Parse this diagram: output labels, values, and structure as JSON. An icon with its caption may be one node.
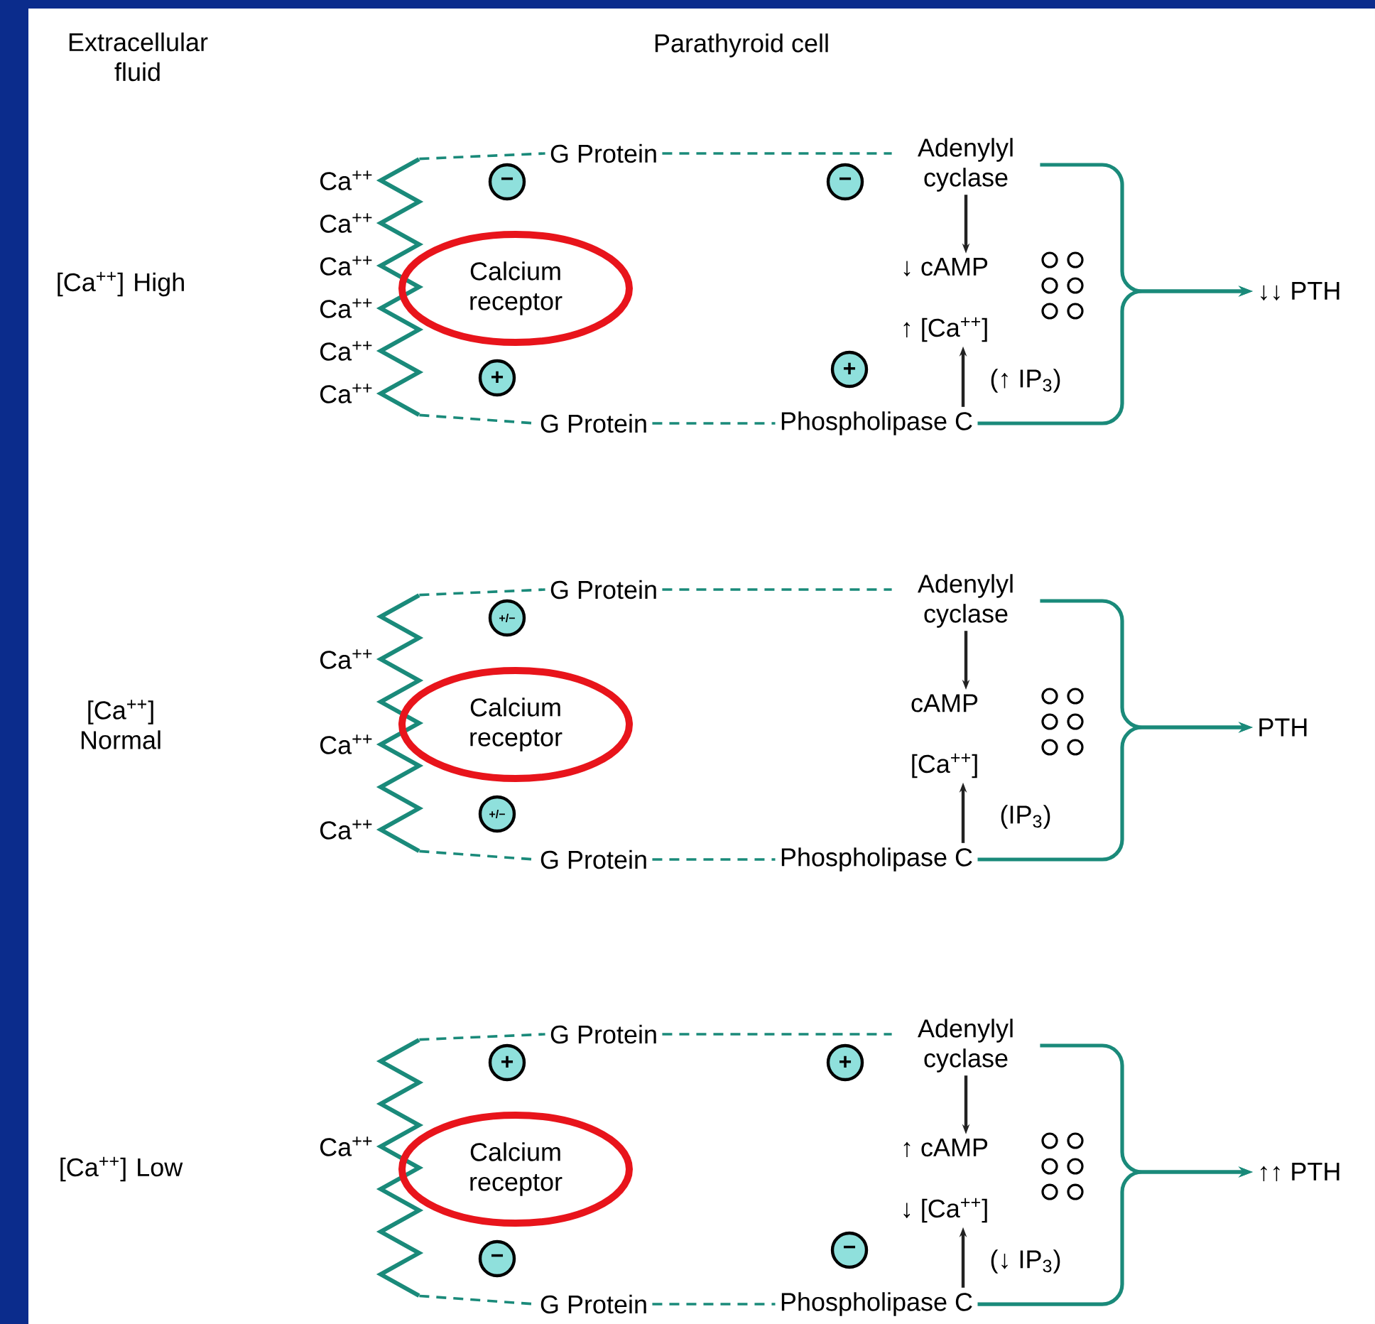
{
  "diagram": {
    "nodes": [
      {
        "text": [],
        "shape": "picture"
      },
      {
        "text": [
          "G Protein"
        ]
      },
      {
        "text": [
          "Adenylyl cyclase"
        ]
      },
      {
        "text": [
          "−"
        ]
      },
      {
        "text": [
          "−"
        ]
      },
      {
        "text": [
          "Calcium receptor"
        ]
      },
      {
        "text": [
          "↓ cAMP"
        ]
      },
      {
        "text": [
          "↑ [Ca$^{++}$]"
        ]
      },
      {
        "text": [
          "+"
        ]
      },
      {
        "text": [
          "+"
        ]
      },
      {
        "text": [
          "(↑ IP$_{3}$)"
        ]
      },
      {
        "text": [
          "G Protein"
        ]
      },
      {
        "text": [
          "Phospholipase C"
        ]
      },
      {
        "text": [
          "↓↓ PTH"
        ]
      },
      {
        "text": [],
        "shape": "picture"
      },
      {
        "text": [
          "G Protein"
        ]
      },
      {
        "text": [
          "Adenylyl cyclase"
        ]
      },
      {
        "text": [
          "+/−"
        ]
      },
      {
        "text": [
          "Calcium receptor"
        ]
      },
      {
        "text": [
          "cAMP"
        ]
      },
      {
        "text": [
          "[Ca$^{++}$]"
        ]
      },
      {
        "text": [
          "+/−"
        ]
      },
      {
        "text": [
          "(IP$_{3}$)"
        ]
      },
      {
        "text": [
          "G Protein"
        ]
      },
      {
        "text": [
          "Phospholipase C"
        ]
      },
      {
        "text": [
          "PTH"
        ]
      },
      {
        "text": [],
        "shape": "picture"
      },
      {
        "text": [
          "G Protein"
        ]
      },
      {
        "text": [
          "Adenylyl cyclase"
        ]
      },
      {
        "text": [
          "+"
        ]
      },
      {
        "text": [
          "+"
        ]
      },
      {
        "text": [
          "Calcium receptor"
        ]
      },
      {
        "text": [
          "↑ cAMP"
        ]
      },
      {
        "text": [
          "↓ [Ca$^{++}$]"
        ]
      },
      {
        "text": [
          "−"
        ]
      },
      {
        "text": [
          "−"
        ]
      },
      {
        "text": [
          "(↓ IP$_{3}$)"
        ]
      },
      {
        "text": [
          "G Protein"
        ]
      },
      {
        "text": [
          "Phospholipase C"
        ]
      },
      {
        "text": [
          "↑↑ PTH"
        ]
      }
    ],
    "edges": [
      {
        "from": 0,
        "to": 1,
        "arrow": "none",
        "style": "dashed"
      },
      {
        "from": 1,
        "to": 2,
        "arrow": "none",
        "style": "dashed"
      },
      {
        "from": 0,
        "to": 11,
        "arrow": "none",
        "style": "dashed"
      },
      {
        "from": 11,
        "to": 12,
        "arrow": "none",
        "style": "dashed"
      },
      {
        "from": 2,
        "to": 6,
        "arrow": "to",
        "color": "#222222"
      },
      {
        "from": 12,
        "to": 7,
        "arrow": "to",
        "color": "#222222"
      },
      {
        "from": 2,
        "to": 13,
        "arrow": "to"
      },
      {
        "from": 12,
        "to": 13,
        "arrow": "to"
      },
      {
        "from": 14,
        "to": 15,
        "arrow": "none",
        "style": "dashed"
      },
      {
        "from": 15,
        "to": 16,
        "arrow": "none",
        "style": "dashed"
      },
      {
        "from": 14,
        "to": 23,
        "arrow": "none",
        "style": "dashed"
      },
      {
        "from": 23,
        "to": 24,
        "arrow": "none",
        "style": "dashed"
      },
      {
        "from": 16,
        "to": 19,
        "arrow": "to",
        "color": "#222222"
      },
      {
        "from": 24,
        "to": 20,
        "arrow": "to",
        "color": "#222222"
      },
      {
        "from": 16,
        "to": 25,
        "arrow": "to"
      },
      {
        "from": 24,
        "to": 25,
        "arrow": "to"
      },
      {
        "from": 26,
        "to": 27,
        "arrow": "none",
        "style": "dashed"
      },
      {
        "from": 27,
        "to": 28,
        "arrow": "none",
        "style": "dashed"
      },
      {
        "from": 26,
        "to": 37,
        "arrow": "none",
        "style": "dashed"
      },
      {
        "from": 37,
        "to": 38,
        "arrow": "none",
        "style": "dashed"
      },
      {
        "from": 28,
        "to": 32,
        "arrow": "to",
        "color": "#222222"
      },
      {
        "from": 38,
        "to": 33,
        "arrow": "to",
        "color": "#222222"
      },
      {
        "from": 28,
        "to": 39,
        "arrow": "to"
      },
      {
        "from": 38,
        "to": 39,
        "arrow": "to"
      }
    ],
    "labels": [
      "Extracellular fluid",
      "Parathyroid cell",
      "[Ca$^{++}$] High",
      "Ca$^{++}$",
      "Ca$^{++}$",
      "Ca$^{++}$",
      "Ca$^{++}$",
      "Ca$^{++}$",
      "Ca$^{++}$",
      "[Ca$^{++}$] Normal",
      "Ca$^{++}$",
      "Ca$^{++}$",
      "Ca$^{++}$",
      "[Ca$^{++}$] Low",
      "Ca$^{++}$"
    ]
  }
}
